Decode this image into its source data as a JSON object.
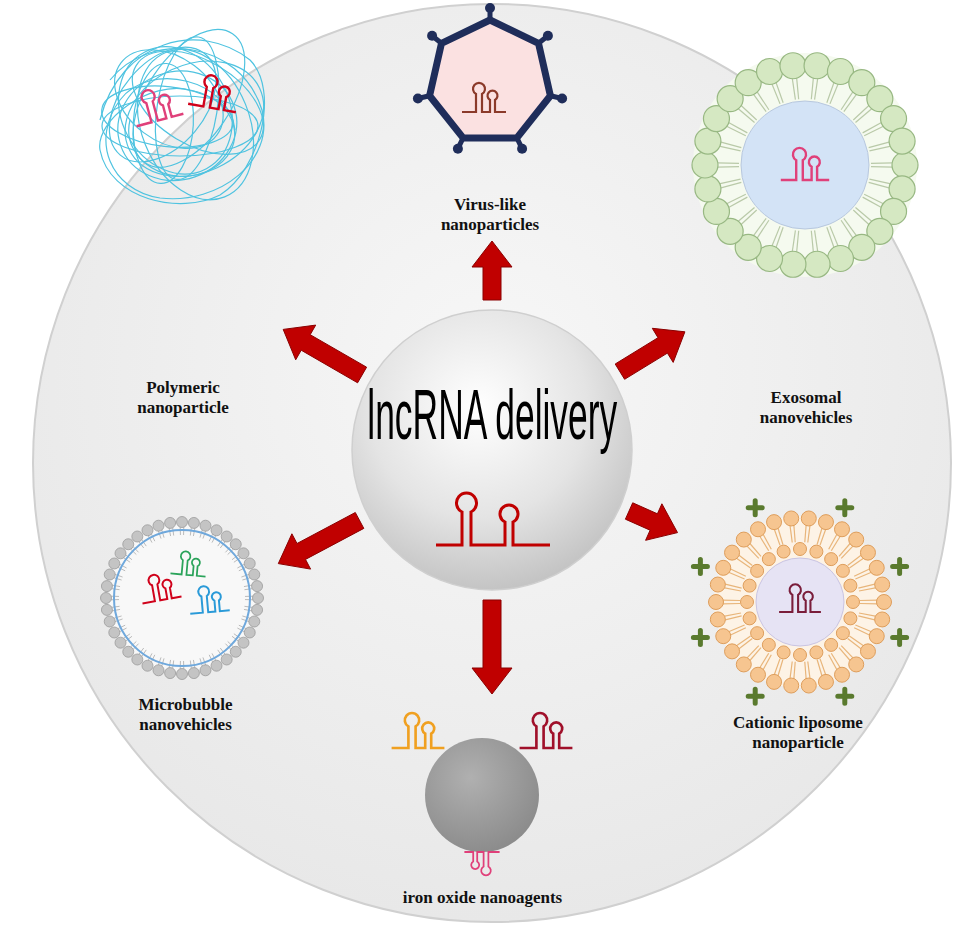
{
  "diagram": {
    "nodes": [
      {
        "text": [
          "lncRNA delivery"
        ]
      },
      {
        "text": [
          "Virus-like nanoparticles"
        ]
      },
      {
        "text": [
          "Polymeric nanoparticle"
        ]
      },
      {
        "text": [
          "Exosomal nanovehicles"
        ]
      },
      {
        "text": [
          "Microbubble nanovehicles"
        ]
      },
      {
        "text": [
          "Cationic liposome nanoparticle"
        ]
      },
      {
        "text": [
          "iron oxide nanoagents"
        ]
      }
    ],
    "edges": [
      {
        "from": 0,
        "to": 1,
        "arrow": "to"
      },
      {
        "from": 0,
        "to": 2,
        "arrow": "to"
      },
      {
        "from": 0,
        "to": 3,
        "arrow": "to"
      },
      {
        "from": 0,
        "to": 4,
        "arrow": "to"
      },
      {
        "from": 0,
        "to": 5,
        "arrow": "to"
      },
      {
        "from": 0,
        "to": 6,
        "arrow": "to"
      }
    ]
  }
}
